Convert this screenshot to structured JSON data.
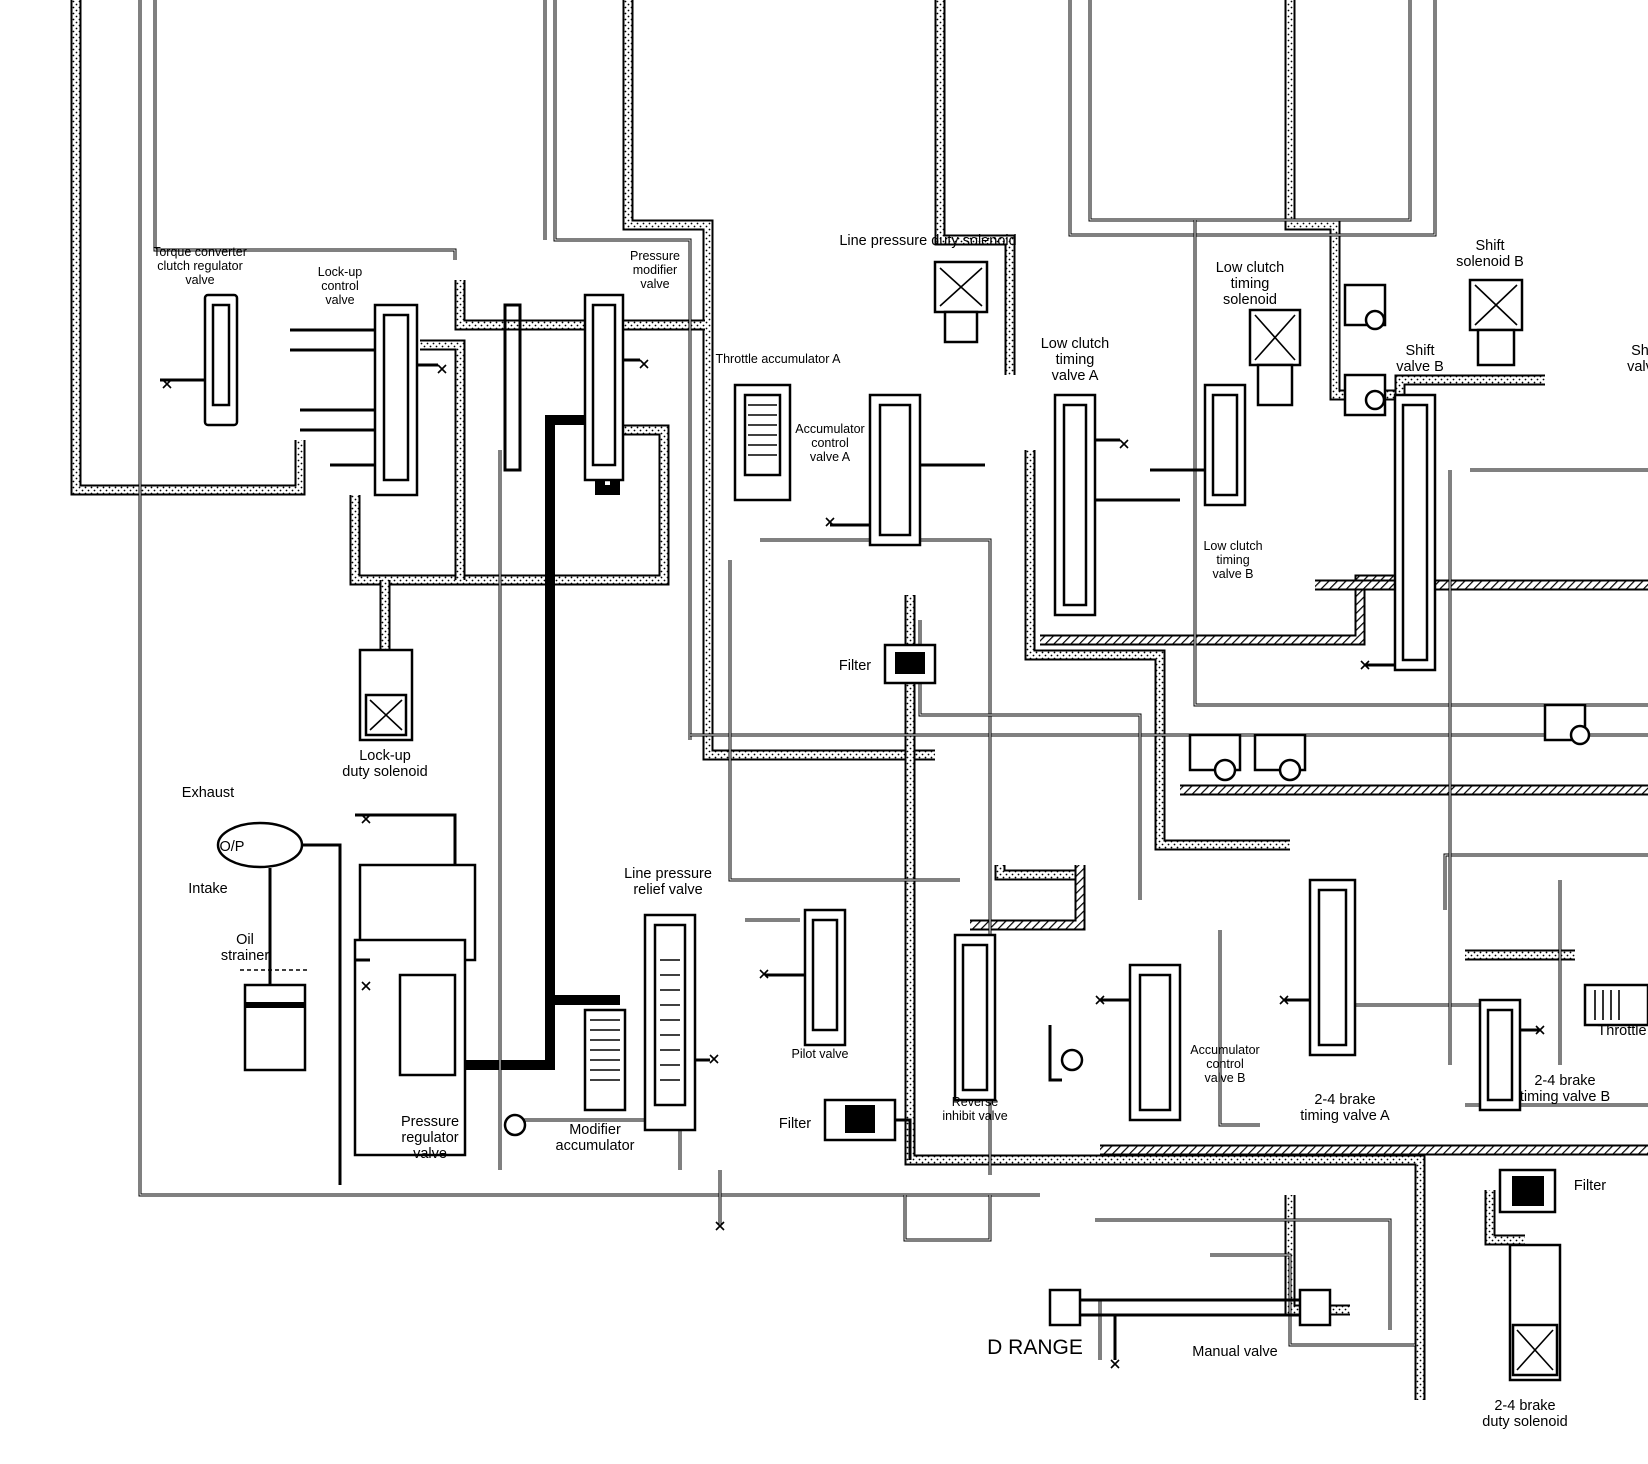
{
  "colors": {
    "line": "#000000",
    "background": "#ffffff",
    "stipple_fill": "#cfcfcf",
    "hatch_fill": "#9a9a9a"
  },
  "labels": {
    "torque_converter_clutch_regulator_valve": [
      "Torque converter",
      "clutch regulator",
      "valve"
    ],
    "lock_up_control_valve": [
      "Lock-up",
      "control",
      "valve"
    ],
    "pressure_modifier_valve": [
      "Pressure",
      "modifier",
      "valve"
    ],
    "line_pressure_duty_solenoid": [
      "Line pressure duty solenoid"
    ],
    "throttle_accumulator_a": [
      "Throttle accumulator A"
    ],
    "accumulator_control_valve_a": [
      "Accumulator",
      "control",
      "valve A"
    ],
    "low_clutch_timing_valve_a": [
      "Low clutch",
      "timing",
      "valve A"
    ],
    "low_clutch_timing_solenoid": [
      "Low clutch",
      "timing",
      "solenoid"
    ],
    "low_clutch_timing_valve_b": [
      "Low clutch",
      "timing",
      "valve B"
    ],
    "shift_solenoid_b": [
      "Shift",
      "solenoid B"
    ],
    "shift_valve_b": [
      "Shift",
      "valve B"
    ],
    "shift_valve_partial": [
      "Sh",
      "valv"
    ],
    "filter_upper": [
      "Filter"
    ],
    "lock_up_duty_solenoid": [
      "Lock-up",
      "duty solenoid"
    ],
    "exhaust": [
      "Exhaust"
    ],
    "op": [
      "O/P"
    ],
    "intake": [
      "Intake"
    ],
    "oil_strainer": [
      "Oil",
      "strainer"
    ],
    "line_pressure_relief_valve": [
      "Line pressure",
      "relief valve"
    ],
    "pilot_valve": [
      "Pilot valve"
    ],
    "filter_lower": [
      "Filter"
    ],
    "pressure_regulator_valve": [
      "Pressure",
      "regulator",
      "valve"
    ],
    "modifier_accumulator": [
      "Modifier",
      "accumulator"
    ],
    "reverse_inhibit_valve": [
      "Reverse",
      "inhibit valve"
    ],
    "accumulator_control_valve_b": [
      "Accumulator",
      "control",
      "valve B"
    ],
    "brake_2_4_timing_valve_a": [
      "2-4 brake",
      "timing valve A"
    ],
    "brake_2_4_timing_valve_b": [
      "2-4 brake",
      "timing valve B"
    ],
    "throttle_partial": [
      "Throttle"
    ],
    "filter_right": [
      "Filter"
    ],
    "d_range": [
      "D RANGE"
    ],
    "manual_valve": [
      "Manual valve"
    ],
    "brake_2_4_duty_solenoid": [
      "2-4 brake",
      "duty solenoid"
    ]
  }
}
